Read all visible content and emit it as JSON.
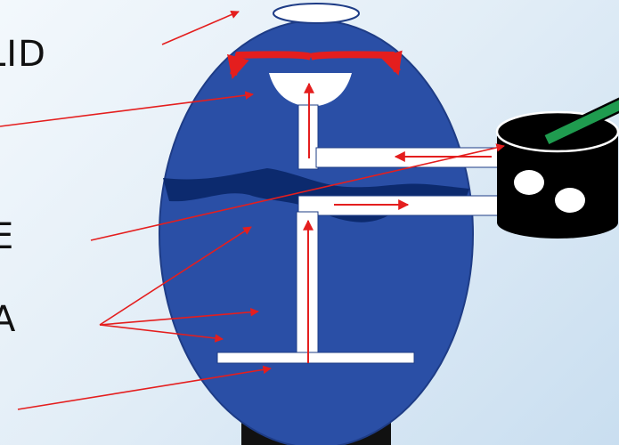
{
  "labels": {
    "lid": "LID",
    "middle": "E",
    "media": "A"
  },
  "colors": {
    "tank": "#2a4fa6",
    "tank_stroke": "#1e3c86",
    "pipe": "#ffffff",
    "flow_arrow": "#e41e1e",
    "pointer_line": "#e41e1e",
    "water_wave": "#0c2a6e",
    "valve_body": "#000000",
    "handle": "#1f9b4f",
    "base": "#111111"
  },
  "icons": [
    "pointer-arrow-icon",
    "flow-arrow-icon",
    "diffuser-icon",
    "multiport-valve-icon"
  ]
}
